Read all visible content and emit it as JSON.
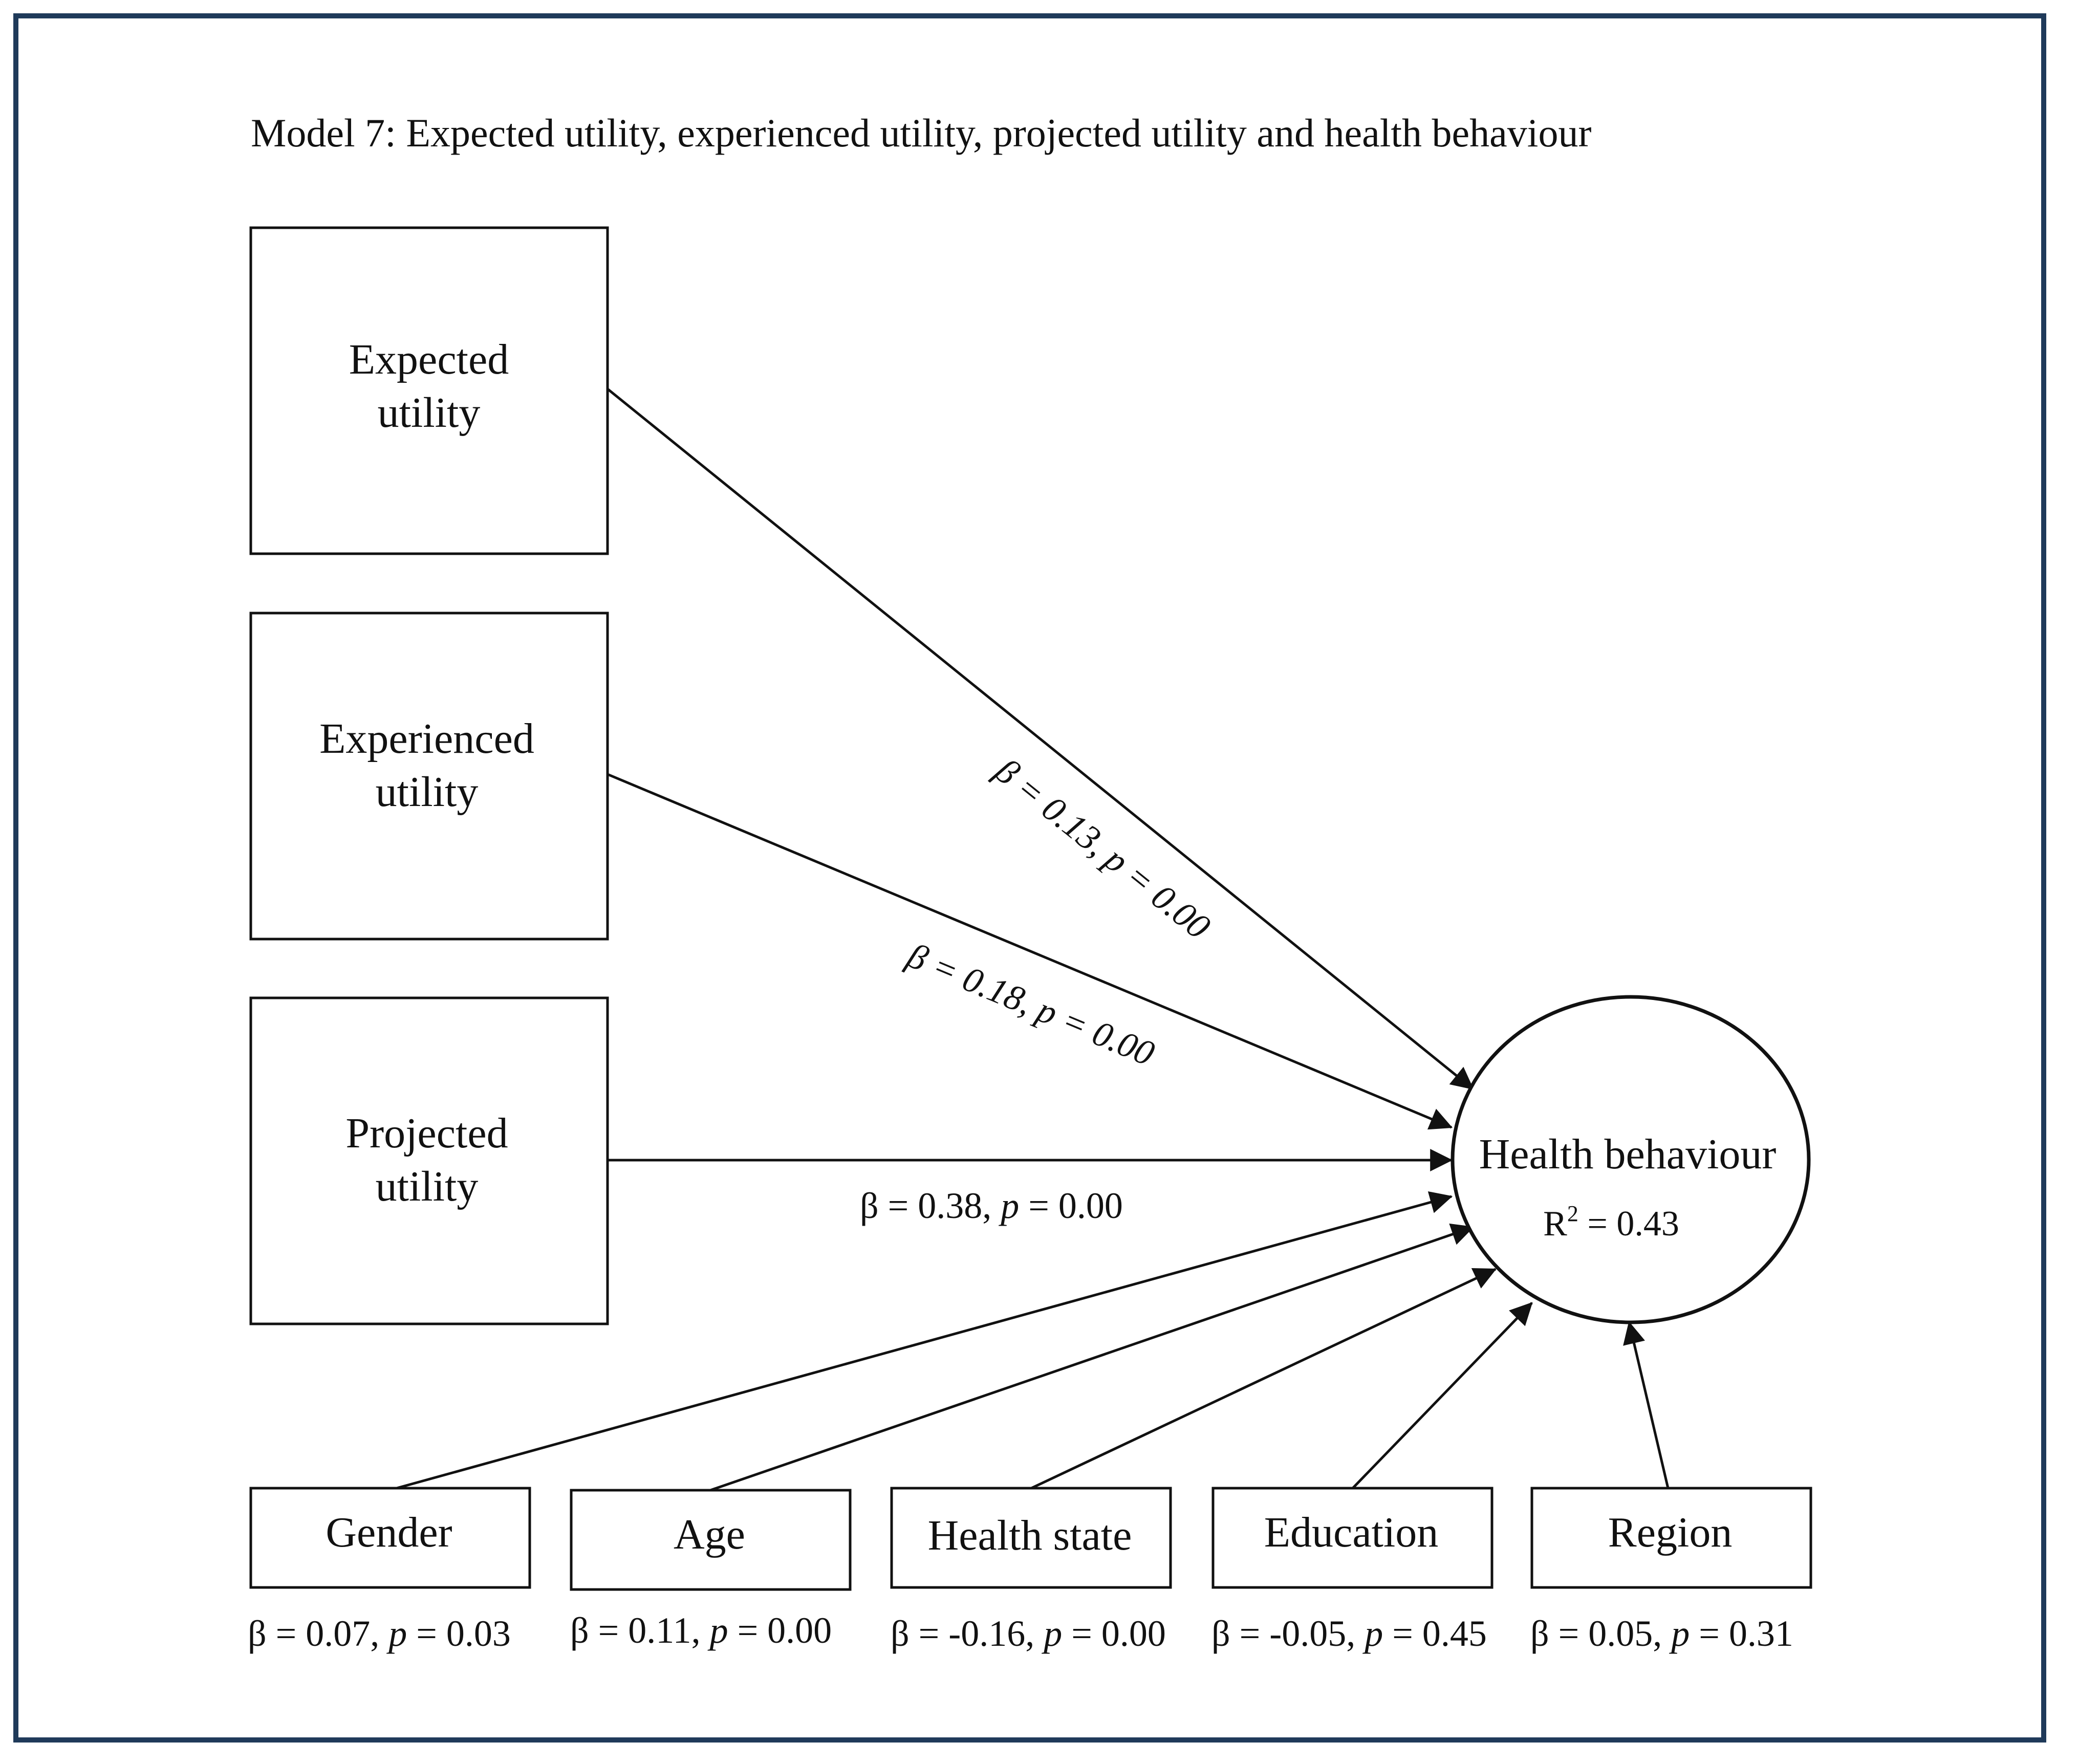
{
  "title": "Model 7: Expected utility, experienced utility, projected utility and health behaviour",
  "outcome": {
    "label": "Health behaviour",
    "r2_prefix": "R",
    "r2_sup": "2",
    "r2_value": " = 0.43"
  },
  "predictors": [
    {
      "line1": "Expected",
      "line2": "utility",
      "beta": "β = 0.13, ",
      "p_letter": "p",
      "p_value": " = 0.00"
    },
    {
      "line1": "Experienced",
      "line2": "utility",
      "beta": "β = 0.18, ",
      "p_letter": "p",
      "p_value": " = 0.00"
    },
    {
      "line1": "Projected",
      "line2": "utility",
      "beta": "β = 0.38, ",
      "p_letter": "p",
      "p_value": " = 0.00"
    }
  ],
  "controls": [
    {
      "label": "Gender",
      "beta": "β = 0.07, ",
      "p_letter": "p",
      "p_value": " = 0.03"
    },
    {
      "label": "Age",
      "beta": "β = 0.11, ",
      "p_letter": "p",
      "p_value": " = 0.00"
    },
    {
      "label": "Health state",
      "beta": "β = -0.16, ",
      "p_letter": "p",
      "p_value": " = 0.00"
    },
    {
      "label": "Education",
      "beta": "β = -0.05, ",
      "p_letter": "p",
      "p_value": " = 0.45"
    },
    {
      "label": "Region",
      "beta": "β = 0.05, ",
      "p_letter": "p",
      "p_value": " = 0.31"
    }
  ],
  "colors": {
    "frame": "#1f3a5a",
    "ink": "#111111",
    "background": "#ffffff"
  }
}
